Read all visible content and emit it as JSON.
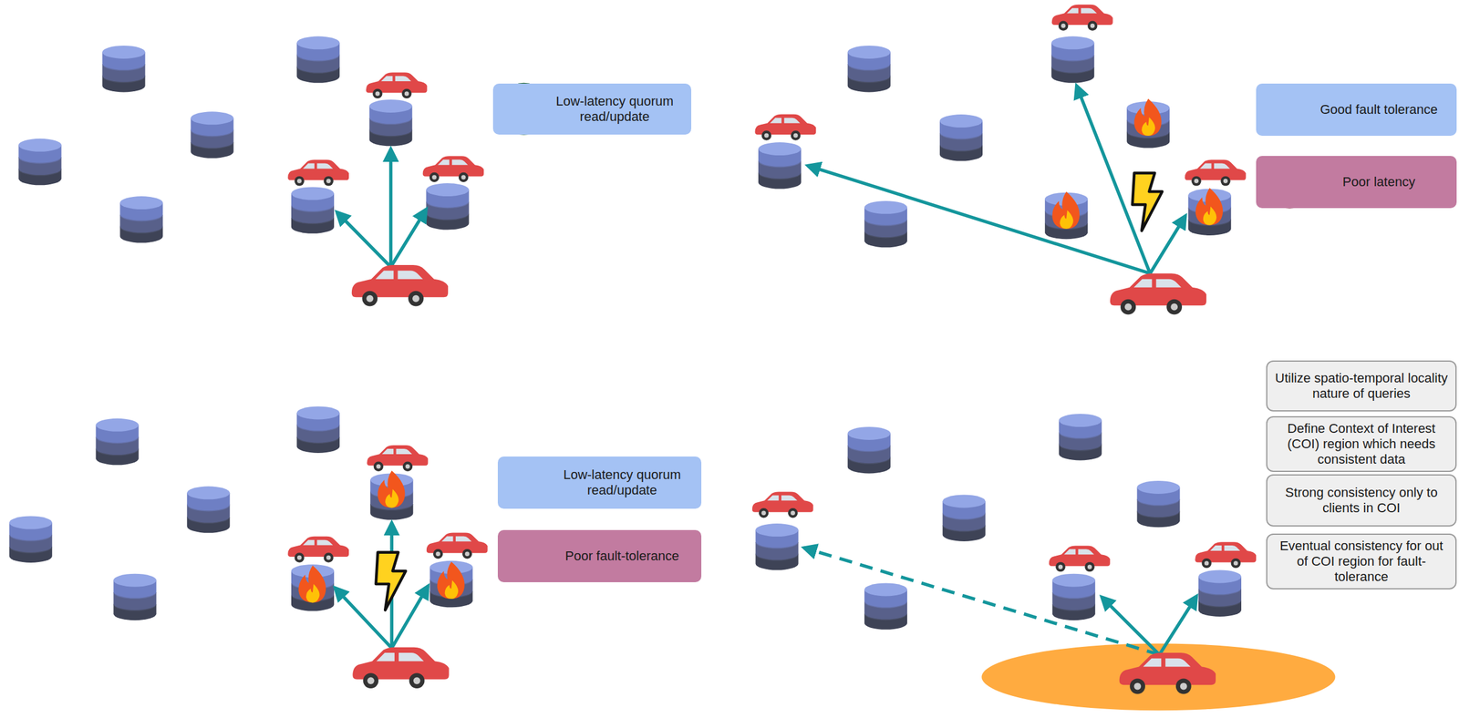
{
  "diagram": {
    "nodes": [
      {
        "text": [
          "Low-latency quorum read/update"
        ]
      },
      {
        "text": [
          "Good fault tolerance"
        ]
      },
      {
        "text": [
          "Poor latency"
        ]
      },
      {
        "text": [
          "Low-latency quorum read/update"
        ]
      },
      {
        "text": [
          "Poor fault-tolerance"
        ]
      },
      {
        "text": [
          "Utilize spatio-temporal locality nature of queries"
        ]
      },
      {
        "text": [
          "Define Context of Interest (COI) region which needs consistent data"
        ]
      },
      {
        "text": [
          "Strong consistency only to clients in COI"
        ]
      },
      {
        "text": [
          "Eventual consistency for out of COI region for fault-tolerance"
        ]
      }
    ]
  }
}
